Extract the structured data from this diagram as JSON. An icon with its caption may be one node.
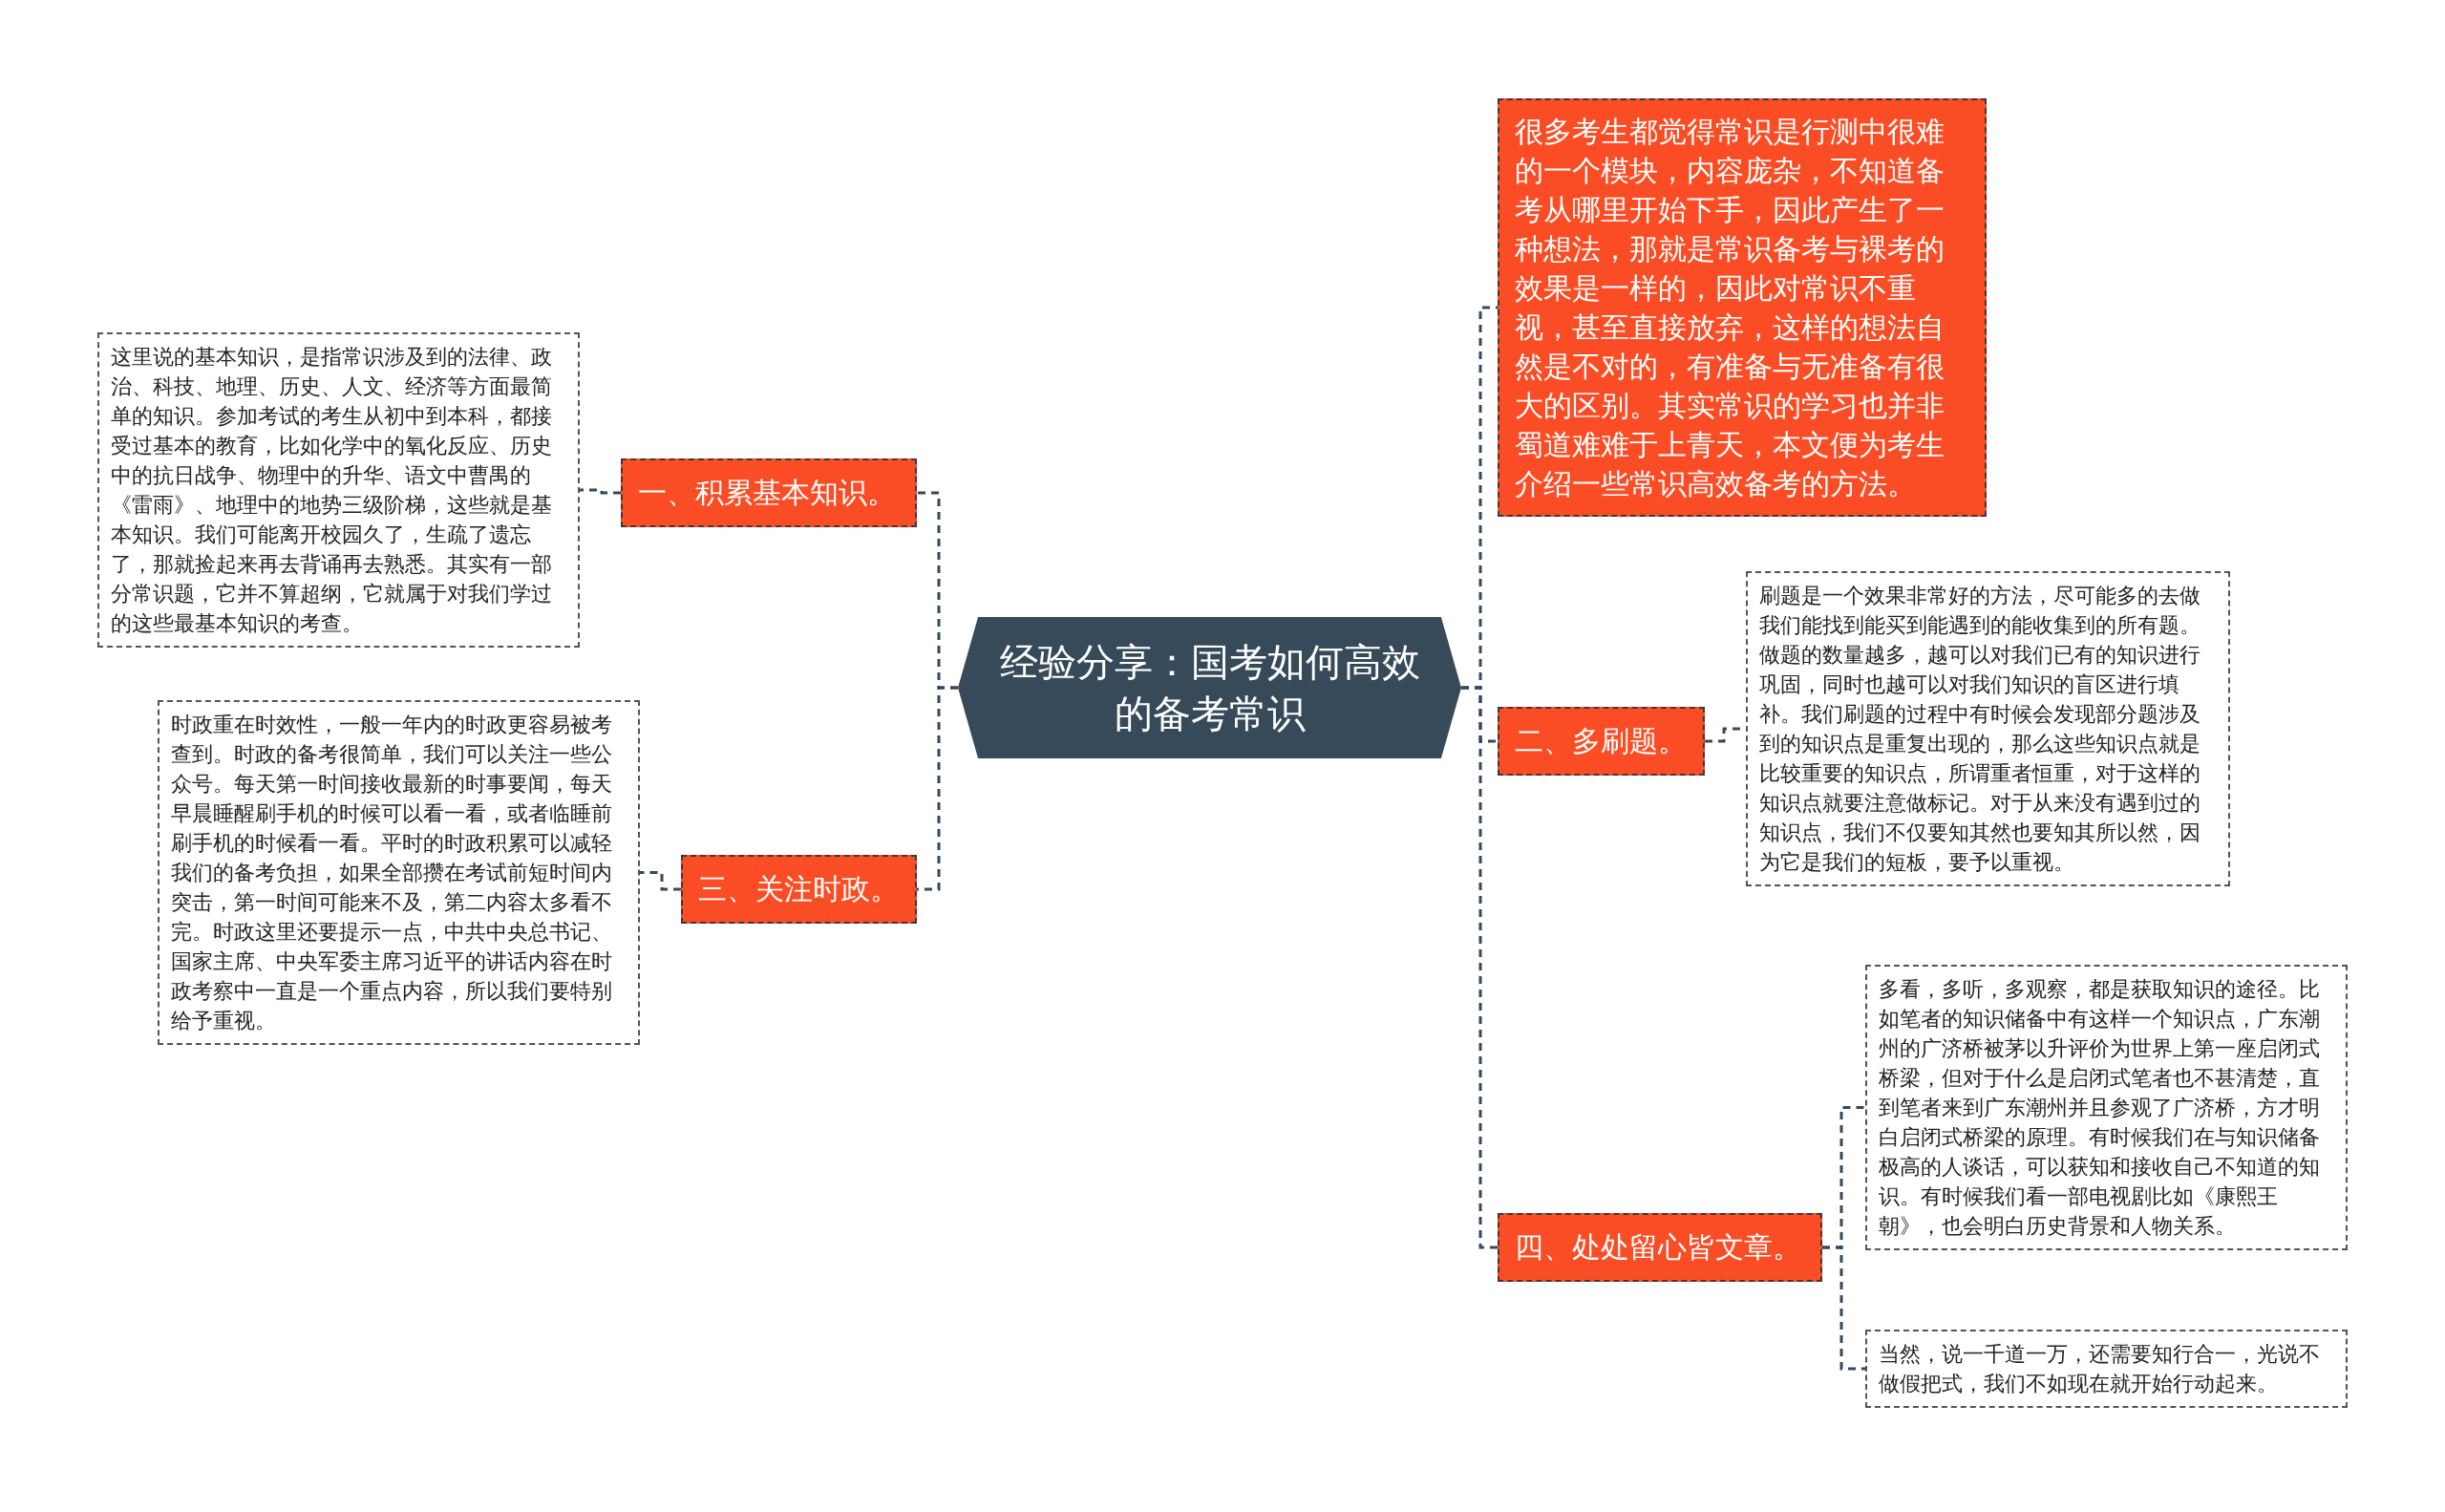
{
  "diagram": {
    "nodes": [
      {
        "text": [
          "经验分享：国考如何高效的备考常识"
        ]
      },
      {
        "text": [
          "很多考生都觉得常识是行测中很难的一个模块，内容庞杂，不知道备考从哪里开始下手，因此产生了一种想法，那就是常识备考与裸考的效果是一样的，因此对常识不重视，甚至直接放弃，这样的想法自然是不对的，有准备与无准备有很大的区别。其实常识的学习也并非蜀道难难于上青天，本文便为考生介绍一些常识高效备考的方法。"
        ]
      },
      {
        "text": [
          "二、多刷题。"
        ]
      },
      {
        "text": [
          "刷题是一个效果非常好的方法，尽可能多的去做我们能找到能买到能遇到的能收集到的所有题。做题的数量越多，越可以对我们已有的知识进行巩固，同时也越可以对我们知识的盲区进行填补。我们刷题的过程中有时候会发现部分题涉及到的知识点是重复出现的，那么这些知识点就是比较重要的知识点，所谓重者恒重，对于这样的知识点就要注意做标记。对于从来没有遇到过的知识点，我们不仅要知其然也要知其所以然，因为它是我们的短板，要予以重视。"
        ]
      },
      {
        "text": [
          "四、处处留心皆文章。"
        ]
      },
      {
        "text": [
          "多看，多听，多观察，都是获取知识的途径。比如笔者的知识储备中有这样一个知识点，广东潮州的广济桥被茅以升评价为世界上第一座启闭式桥梁，但对于什么是启闭式笔者也不甚清楚，直到笔者来到广东潮州并且参观了广济桥，方才明白启闭式桥梁的原理。有时候我们在与知识储备极高的人谈话，可以获知和接收自己不知道的知识。有时候我们看一部电视剧比如《康熙王朝》，也会明白历史背景和人物关系。"
        ]
      },
      {
        "text": [
          "当然，说一千道一万，还需要知行合一，光说不做假把式，我们不如现在就开始行动起来。"
        ]
      },
      {
        "text": [
          "一、积累基本知识。"
        ]
      },
      {
        "text": [
          "这里说的基本知识，是指常识涉及到的法律、政治、科技、地理、历史、人文、经济等方面最简单的知识。参加考试的考生从初中到本科，都接受过基本的教育，比如化学中的氧化反应、历史中的抗日战争、物理中的升华、语文中曹禺的《雷雨》、地理中的地势三级阶梯，这些就是基本知识。我们可能离开校园久了，生疏了遗忘了，那就捡起来再去背诵再去熟悉。其实有一部分常识题，它并不算超纲，它就属于对我们学过的这些最基本知识的考查。"
        ]
      },
      {
        "text": [
          "三、关注时政。"
        ]
      },
      {
        "text": [
          "时政重在时效性，一般一年内的时政更容易被考查到。时政的备考很简单，我们可以关注一些公众号。每天第一时间接收最新的时事要闻，每天早晨睡醒刷手机的时候可以看一看，或者临睡前刷手机的时候看一看。平时的时政积累可以减轻我们的备考负担，如果全部攒在考试前短时间内突击，第一时间可能来不及，第二内容太多看不完。时政这里还要提示一点，中共中央总书记、国家主席、中央军委主席习近平的讲话内容在时政考察中一直是一个重点内容，所以我们要特别给予重视。"
        ]
      }
    ],
    "edges": [
      {
        "from": 0,
        "to": 1,
        "arrow": "none"
      },
      {
        "from": 0,
        "to": 2,
        "arrow": "none"
      },
      {
        "from": 0,
        "to": 4,
        "arrow": "none"
      },
      {
        "from": 2,
        "to": 3,
        "arrow": "none"
      },
      {
        "from": 4,
        "to": 5,
        "arrow": "none"
      },
      {
        "from": 4,
        "to": 6,
        "arrow": "none"
      },
      {
        "from": 0,
        "to": 7,
        "arrow": "none"
      },
      {
        "from": 0,
        "to": 9,
        "arrow": "none"
      },
      {
        "from": 7,
        "to": 8,
        "arrow": "none"
      },
      {
        "from": 9,
        "to": 10,
        "arrow": "none"
      }
    ]
  }
}
